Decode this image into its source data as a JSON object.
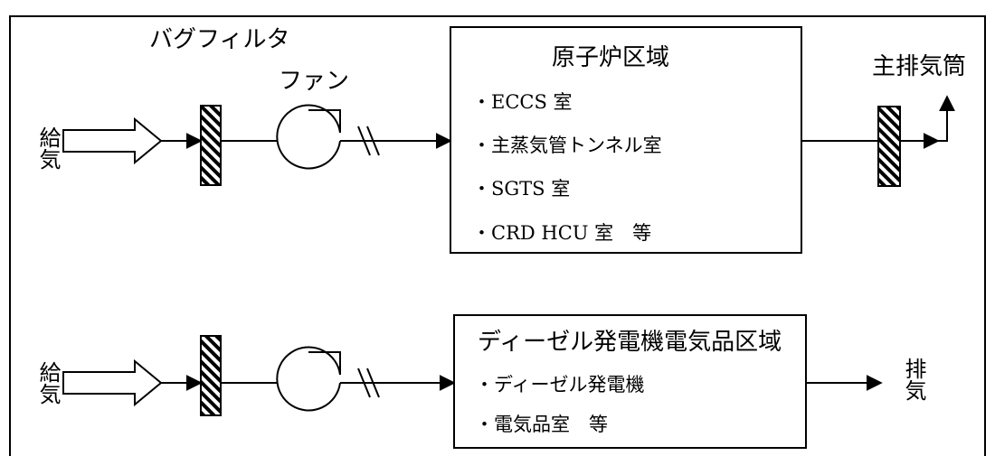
{
  "labels": {
    "bag_filter": "バグフィルタ",
    "fan": "ファン",
    "main_stack": "主排気筒",
    "supply_1": "給気",
    "supply_2": "給気",
    "exhaust": "排気"
  },
  "reactor_area": {
    "title": "原子炉区域",
    "items": [
      "・ECCS 室",
      "・主蒸気管トンネル室",
      "・SGTS 室",
      "・CRD HCU 室　等"
    ]
  },
  "diesel_area": {
    "title": "ディーゼル発電機電気品区域",
    "items": [
      "・ディーゼル発電機",
      "・電気品室　等"
    ]
  }
}
